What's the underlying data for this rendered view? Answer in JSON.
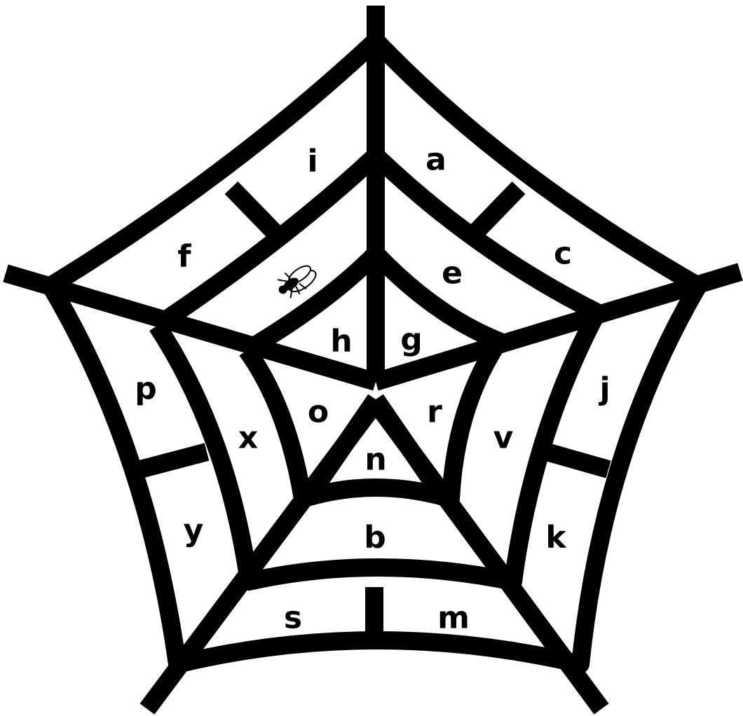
{
  "puzzle": {
    "cells": [
      {
        "id": "i",
        "letter": "i"
      },
      {
        "id": "a",
        "letter": "a"
      },
      {
        "id": "f",
        "letter": "f"
      },
      {
        "id": "c",
        "letter": "c"
      },
      {
        "id": "e",
        "letter": "e"
      },
      {
        "id": "h",
        "letter": "h"
      },
      {
        "id": "g",
        "letter": "g"
      },
      {
        "id": "p",
        "letter": "p"
      },
      {
        "id": "j",
        "letter": "j"
      },
      {
        "id": "o",
        "letter": "o"
      },
      {
        "id": "r",
        "letter": "r"
      },
      {
        "id": "x",
        "letter": "x"
      },
      {
        "id": "v",
        "letter": "v"
      },
      {
        "id": "n",
        "letter": "n"
      },
      {
        "id": "y",
        "letter": "y"
      },
      {
        "id": "k",
        "letter": "k"
      },
      {
        "id": "b",
        "letter": "b"
      },
      {
        "id": "s",
        "letter": "s"
      },
      {
        "id": "m",
        "letter": "m"
      }
    ],
    "fly_icon": "fly-icon",
    "colors": {
      "thread": "#000000",
      "background": "#ffffff"
    }
  }
}
